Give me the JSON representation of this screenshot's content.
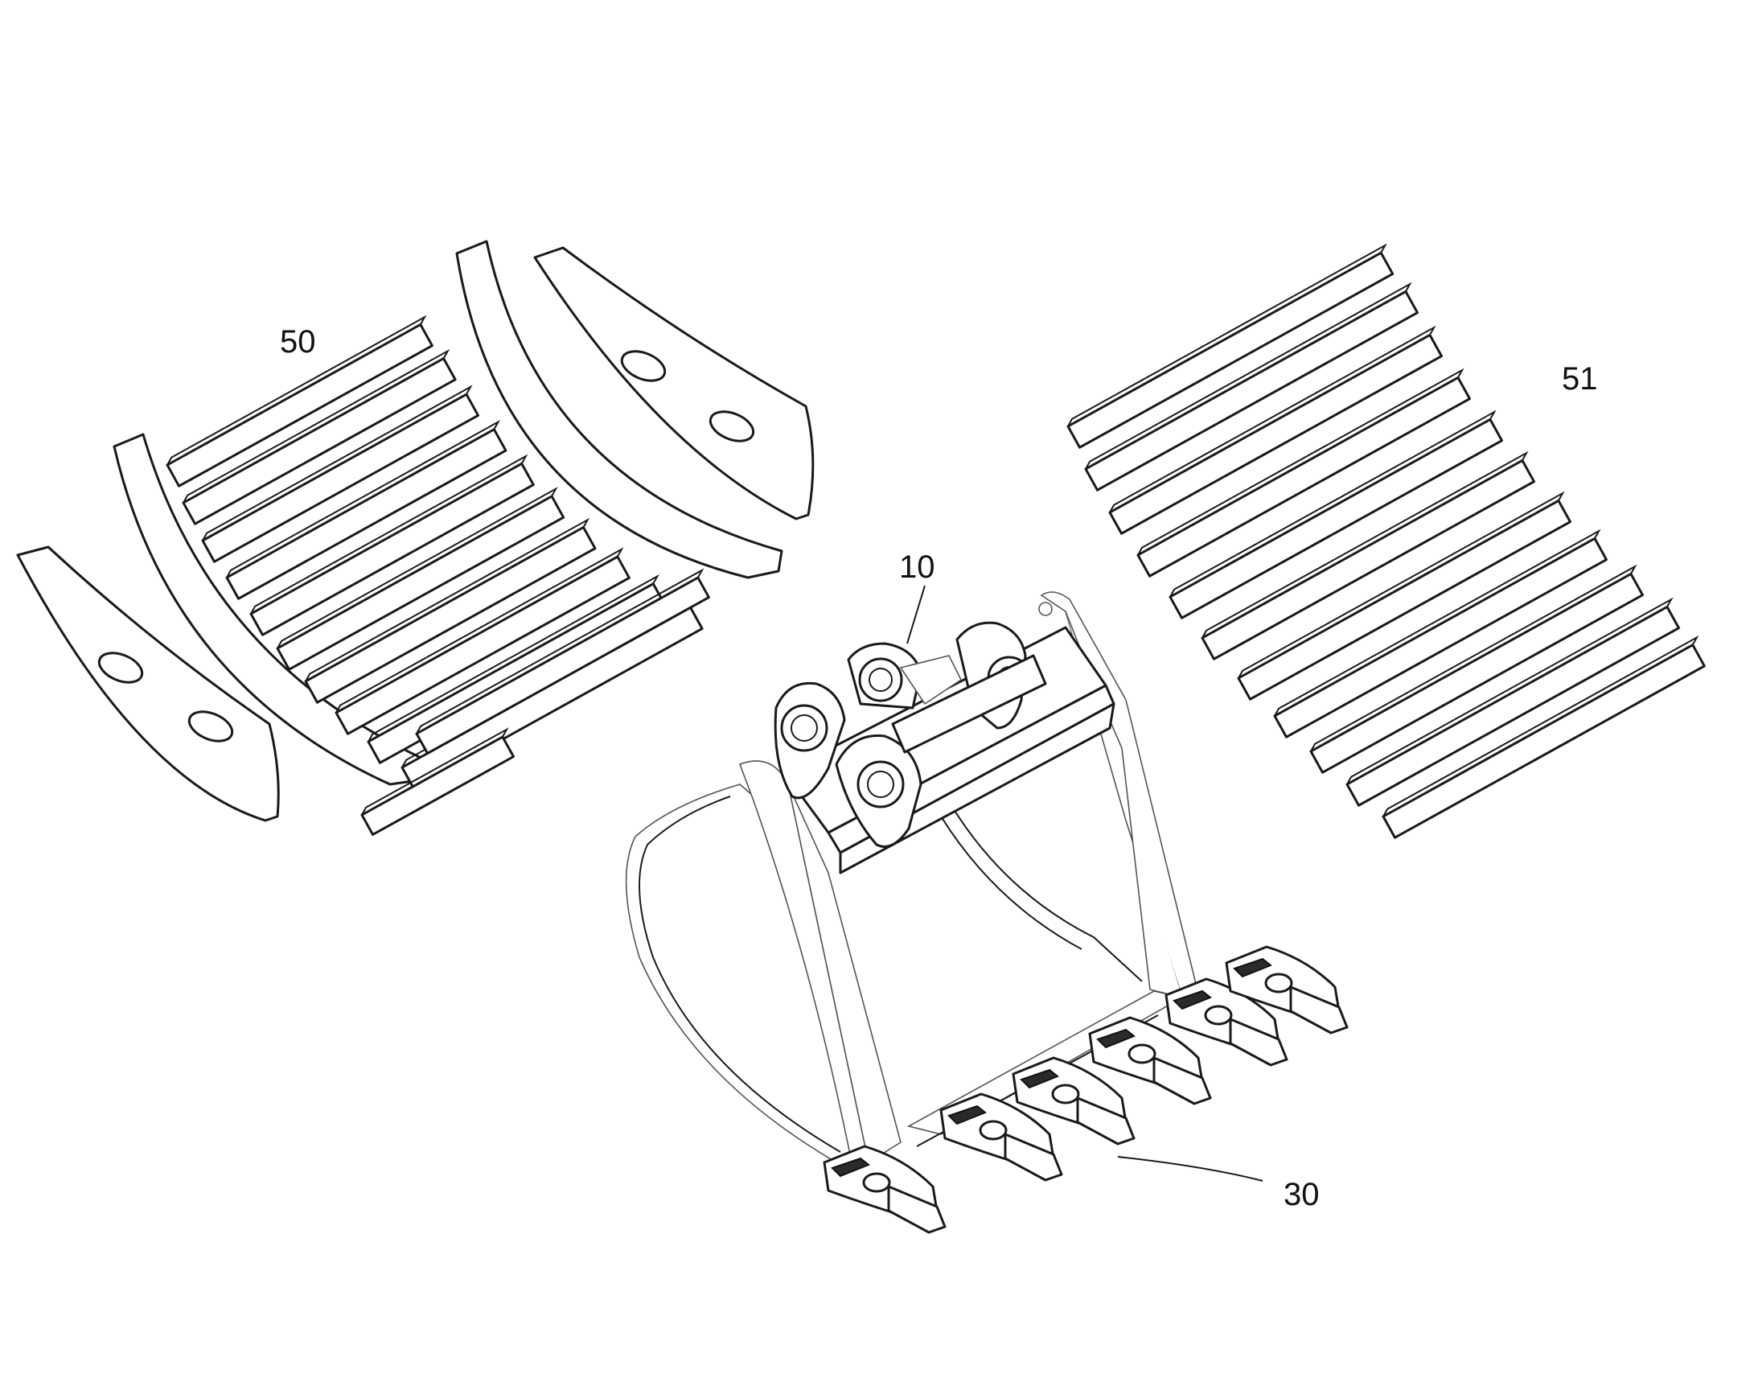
{
  "labels": {
    "ref_50": "50",
    "ref_51": "51",
    "ref_10": "10",
    "ref_30": "30"
  },
  "colors": {
    "line": "#1a1a1a",
    "background": "#ffffff"
  }
}
